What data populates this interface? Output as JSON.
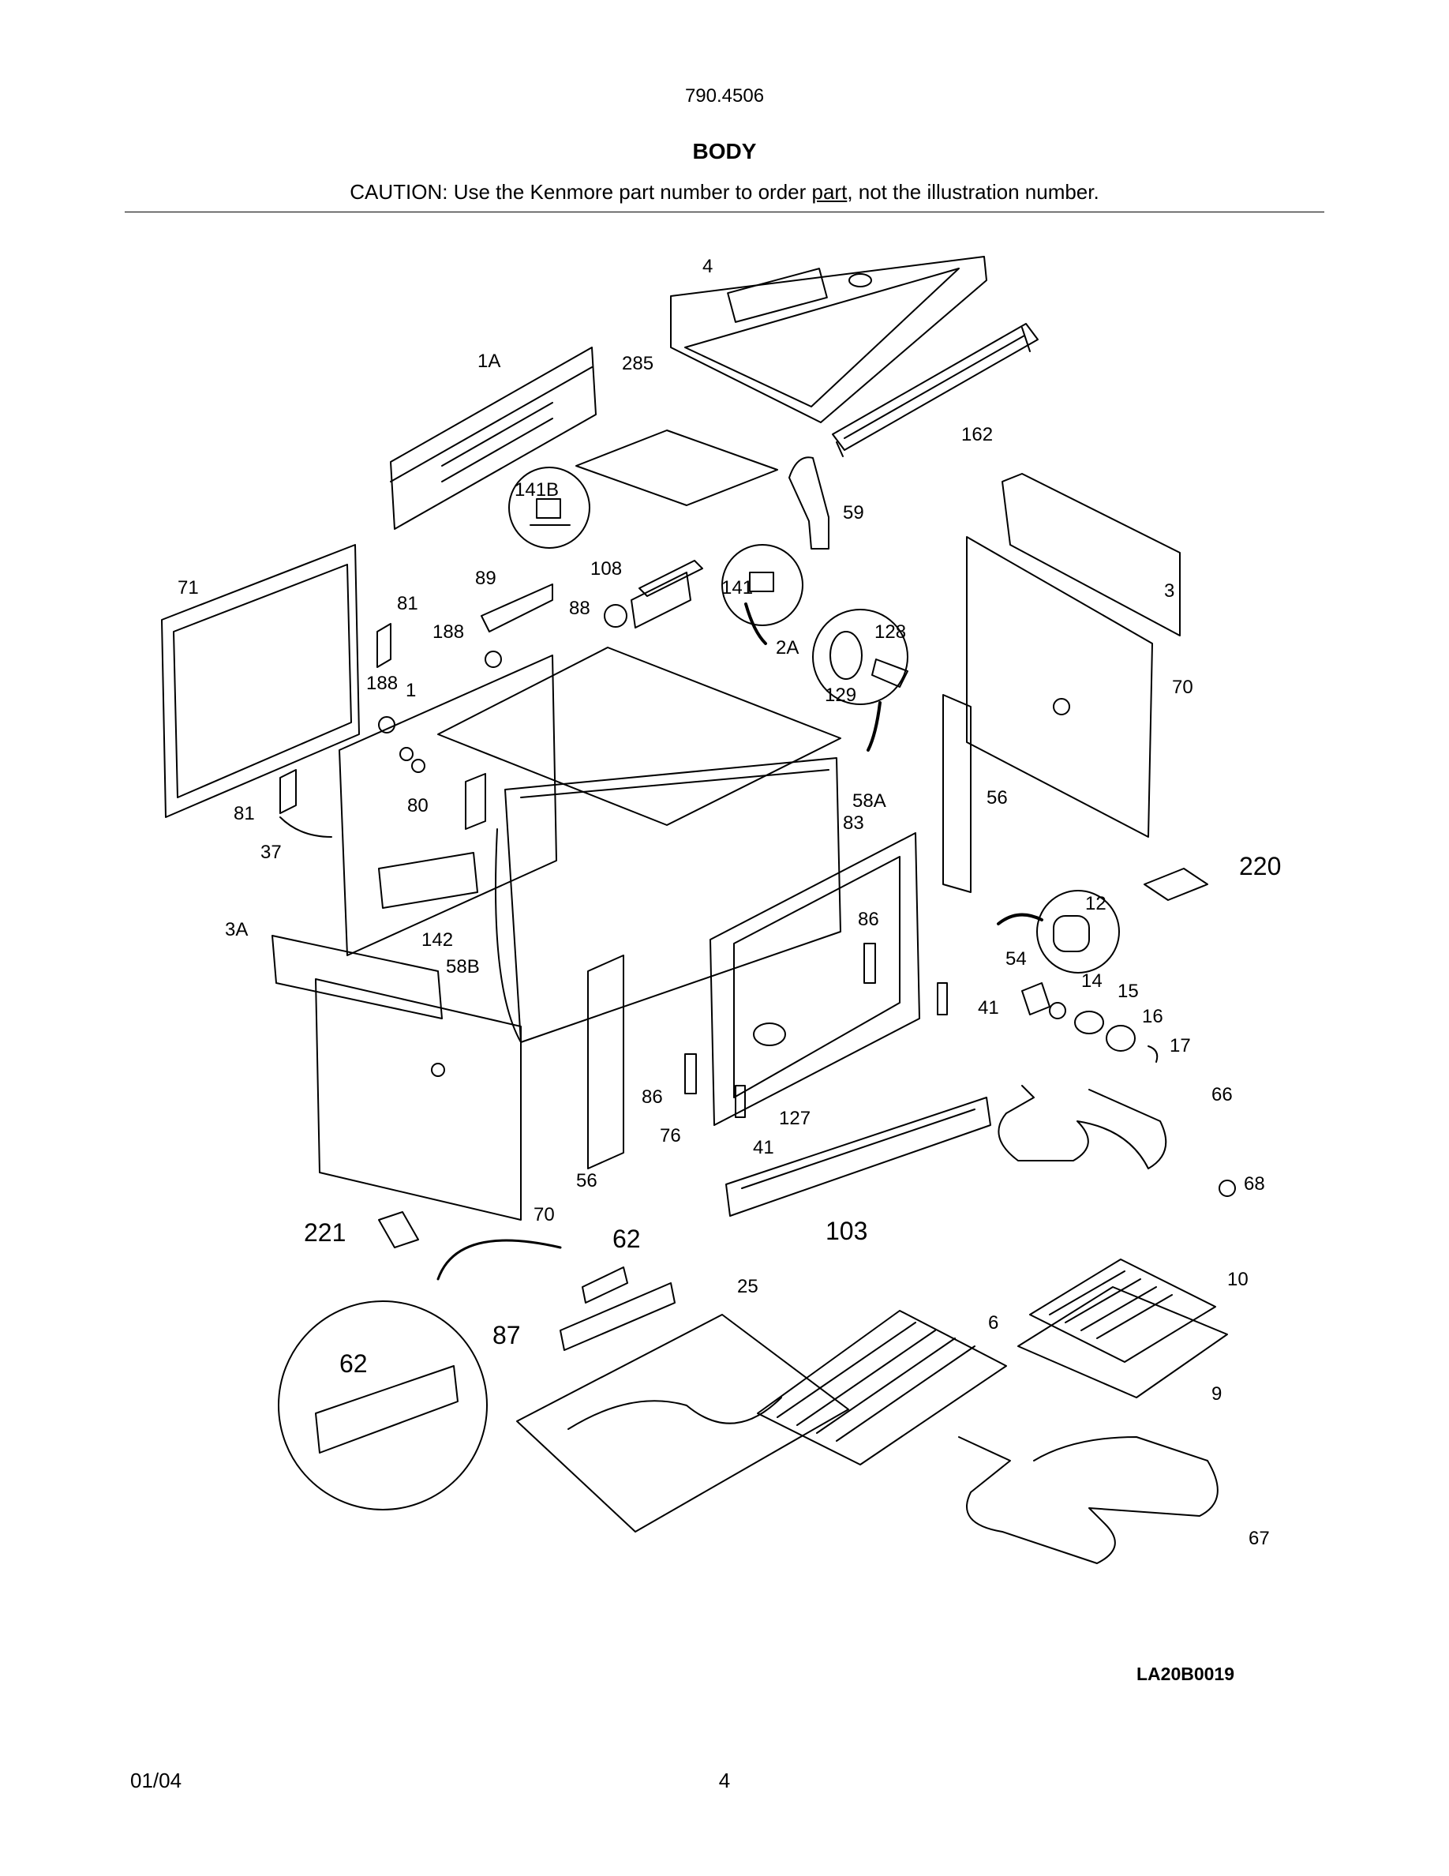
{
  "header": {
    "model_number": "790.4506",
    "section_title": "BODY",
    "caution_prefix": "CAUTION: Use the Kenmore part number to order ",
    "caution_underlined": "part",
    "caution_suffix": ", not the illustration number."
  },
  "diagram": {
    "part_labels": [
      "4",
      "1A",
      "285",
      "162",
      "59",
      "141B",
      "108",
      "89",
      "141",
      "81",
      "71",
      "188",
      "88",
      "128",
      "2A",
      "3",
      "70",
      "188",
      "1",
      "129",
      "58A",
      "56",
      "83",
      "81",
      "80",
      "37",
      "220",
      "12",
      "86",
      "3A",
      "142",
      "58B",
      "54",
      "14",
      "15",
      "16",
      "17",
      "41",
      "86",
      "127",
      "66",
      "76",
      "41",
      "56",
      "70",
      "68",
      "103",
      "221",
      "62",
      "10",
      "25",
      "87",
      "6",
      "62",
      "9",
      "67"
    ]
  },
  "footer": {
    "drawing_code": "LA20B0019",
    "date": "01/04",
    "page_number": "4"
  }
}
